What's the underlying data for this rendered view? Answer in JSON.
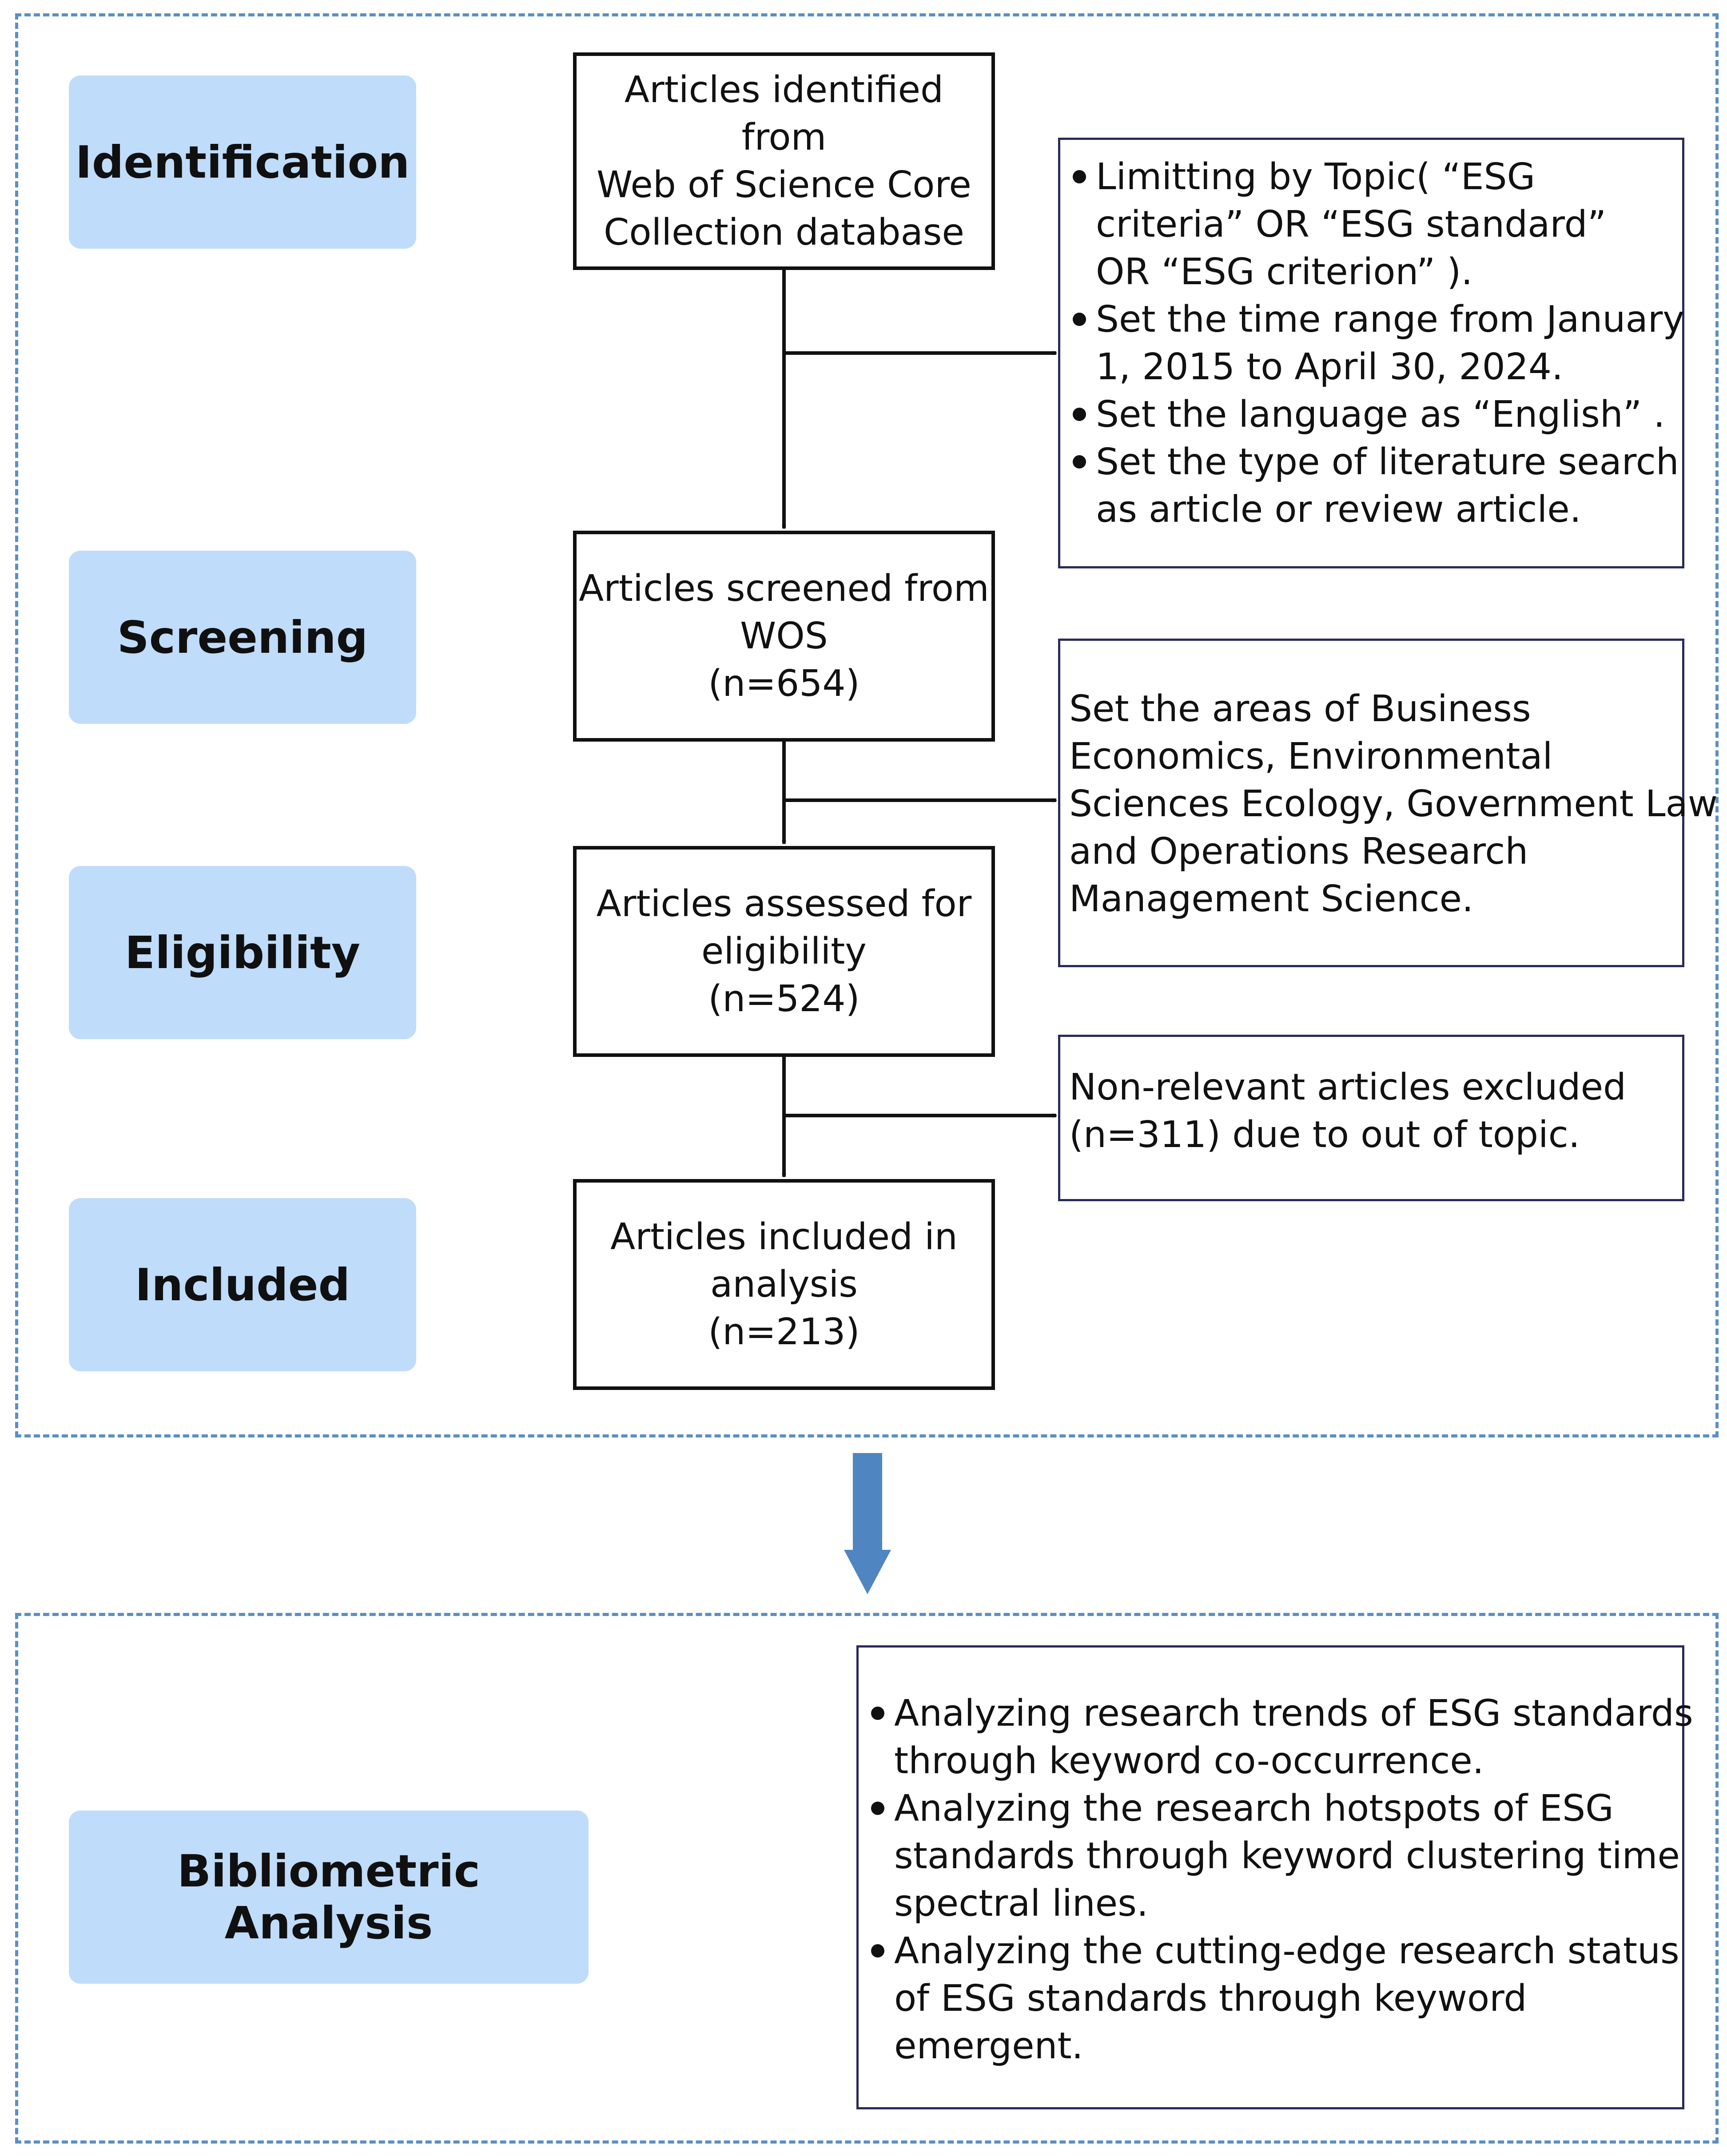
{
  "stages": {
    "identification": "Identification",
    "screening": "Screening",
    "eligibility": "Eligibility",
    "included": "Included",
    "bibliometric": "Bibliometric Analysis"
  },
  "flow": {
    "identified": [
      "Articles identified from",
      "Web of Science Core",
      "Collection database"
    ],
    "screened": [
      "Articles screened from",
      "WOS",
      "(n=654)"
    ],
    "assessed": [
      "Articles assessed for",
      "eligibility",
      "(n=524)"
    ],
    "included": [
      "Articles included in",
      "analysis",
      "(n=213)"
    ]
  },
  "criteria": {
    "search_limits": [
      [
        "Limitting by Topic( “ESG",
        "criteria” OR “ESG standard”",
        "OR “ESG criterion” )."
      ],
      [
        "Set the time range from January",
        "1, 2015 to April 30, 2024."
      ],
      [
        "Set the language as  “English” ."
      ],
      [
        "Set the type of literature search",
        "as article or review article."
      ]
    ],
    "areas": [
      "Set the areas of Business",
      "Economics, Environmental",
      "Sciences Ecology, Government Law",
      "and Operations Research",
      "Management Science."
    ],
    "excluded": [
      "Non-relevant articles excluded",
      "(n=311) due to out of topic."
    ]
  },
  "analysis": {
    "items": [
      [
        "Analyzing research trends of ESG standards",
        "through keyword co-occurrence."
      ],
      [
        "Analyzing the research hotspots of ESG",
        "standards through keyword clustering time",
        "spectral lines."
      ],
      [
        "Analyzing the cutting-edge research status",
        "of ESG standards through keyword",
        "emergent."
      ]
    ]
  },
  "colors": {
    "stage_fill": "#bfdcfa",
    "dashed_frame": "#5b8fc4",
    "down_arrow": "#4f86c1"
  }
}
